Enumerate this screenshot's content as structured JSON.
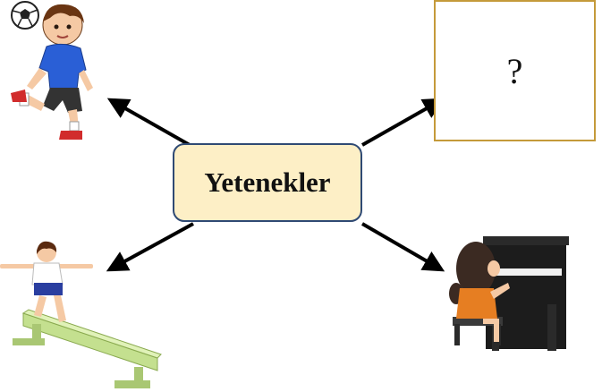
{
  "center_label": "Yetenekler",
  "unknown_box_label": "?",
  "colors": {
    "center_fill": "#fdefc6",
    "center_border": "#2f4a74",
    "question_border": "#c49a3a",
    "arrow": "#000000"
  },
  "illustrations": [
    "soccer-player-boy",
    "balance-beam-girl",
    "piano-playing-girl"
  ]
}
